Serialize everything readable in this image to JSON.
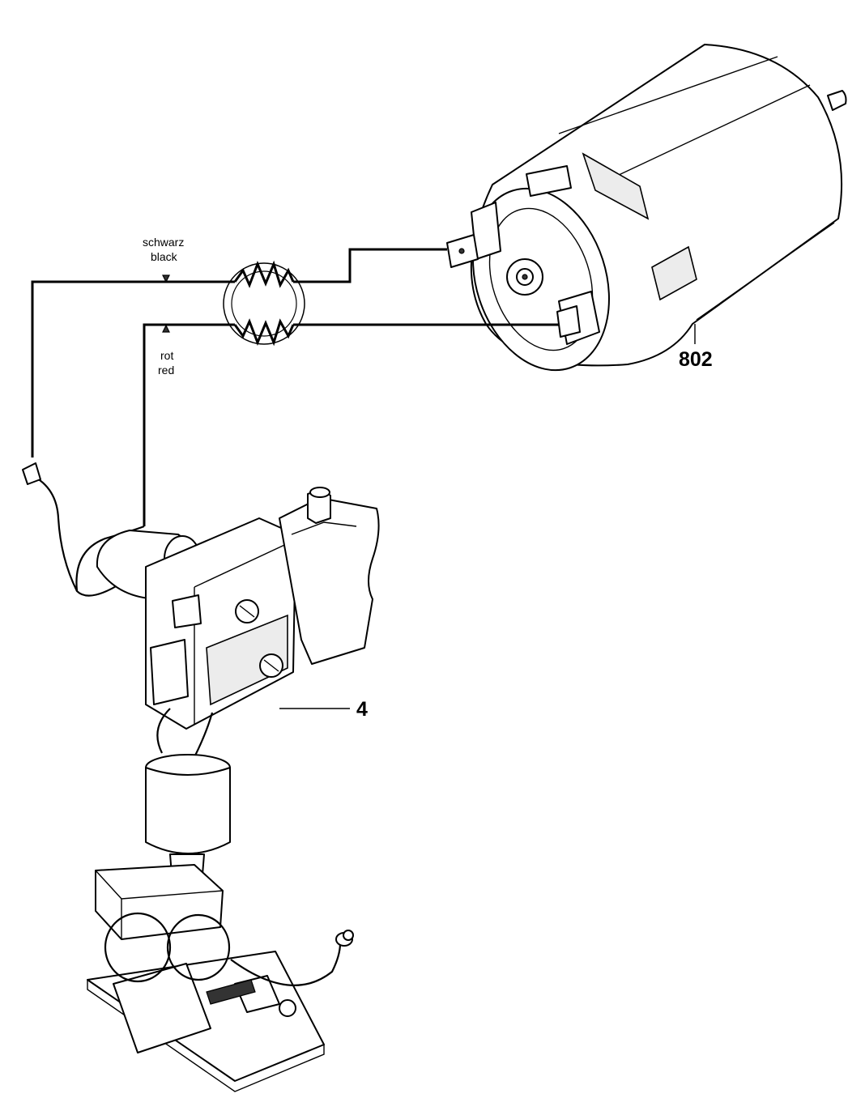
{
  "labels": {
    "wire_black_de": "schwarz",
    "wire_black_en": "black",
    "wire_red_de": "rot",
    "wire_red_en": "red",
    "part_motor": "802",
    "part_switch": "4"
  },
  "colors": {
    "line": "#000000",
    "background": "#ffffff"
  },
  "icons": {
    "connection_symbol": "crimp-connector-icon"
  }
}
